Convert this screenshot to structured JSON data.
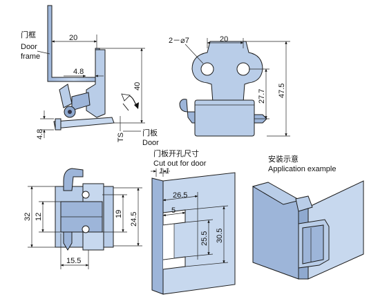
{
  "labels": {
    "door_frame_cn": "门框",
    "door_frame_en_1": "Door",
    "door_frame_en_2": "frame",
    "door_cn": "门板",
    "door_en": "Door",
    "ts": "TS",
    "cutout_cn": "门板开孔尺寸",
    "cutout_en": "Cut out for door",
    "app_cn": "安装示意",
    "app_en": "Application example",
    "holes": "2－⌀7"
  },
  "dims": {
    "side_width": "20",
    "side_offset": "4.8",
    "side_height": "40",
    "side_bottom": "4.8",
    "front_width": "20",
    "front_h1": "27.7",
    "front_h2": "47.5",
    "bottom_w": "15.5",
    "bottom_h1": "32",
    "bottom_h2": "12",
    "bottom_h3": "19",
    "bottom_h4": "24.5",
    "cut_w1": "1.1",
    "cut_w2": "26.5",
    "cut_w3": "5",
    "cut_h1": "25.5",
    "cut_h2": "30.5"
  },
  "colors": {
    "metal": "#b9cde8",
    "metal_dark": "#8fa9cf",
    "panel": "#c7d8ee",
    "line": "#1a1a1a"
  }
}
